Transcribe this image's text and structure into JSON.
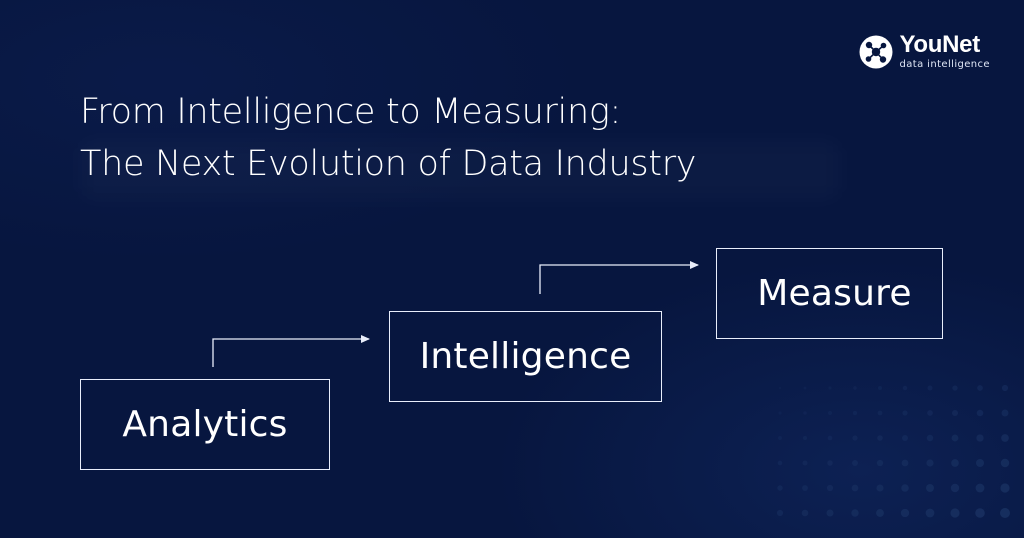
{
  "title": {
    "line1": "From Intelligence to Measuring:",
    "line2": "The Next Evolution of Data Industry"
  },
  "logo": {
    "name": "YouNet",
    "tagline": "data intelligence",
    "icon": "molecule-icon"
  },
  "stages": [
    {
      "label": "Analytics"
    },
    {
      "label": "Intelligence"
    },
    {
      "label": "Measure"
    }
  ],
  "colors": {
    "background": "#07163f",
    "foreground": "#ffffff",
    "dots": "#1c3566"
  }
}
